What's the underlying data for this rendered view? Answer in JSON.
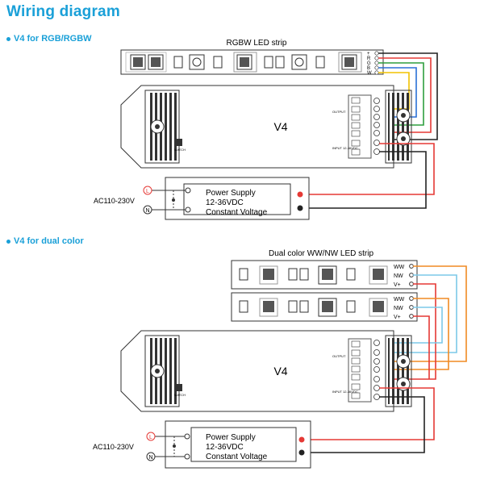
{
  "page_title": "Wiring diagram",
  "section1": {
    "heading": "V4 for RGB/RGBW",
    "strip_label": "RGBW LED strip",
    "strip_pins": [
      "+",
      "R",
      "G",
      "B",
      "W"
    ],
    "controller_label": "V4",
    "output_label": "OUTPUT",
    "input_label": "INPUT\n12-36VDC",
    "match_label": "MATCH",
    "ps_line1": "Power Supply",
    "ps_line2": "12-36VDC",
    "ps_line3": "Constant Voltage",
    "ac_label": "AC110-230V",
    "l_label": "L",
    "n_label": "N"
  },
  "section2": {
    "heading": "V4 for dual color",
    "strip_label": "Dual color WW/NW LED strip",
    "strip_pins": [
      "WW",
      "NW",
      "V+"
    ],
    "controller_label": "V4",
    "output_label": "OUTPUT",
    "input_label": "INPUT\n12-36VDC",
    "match_label": "MATCH",
    "ps_line1": "Power Supply",
    "ps_line2": "12-36VDC",
    "ps_line3": "Constant Voltage",
    "ac_label": "AC110-230V",
    "l_label": "L",
    "n_label": "N"
  },
  "colors": {
    "accent": "#1aa0d8",
    "wire_red": "#e53935",
    "wire_green": "#2e9e3e",
    "wire_blue": "#2a6fd6",
    "wire_yellow": "#f2c200",
    "wire_black": "#222222",
    "wire_orange": "#f08a24",
    "wire_lightblue": "#7cc8e8",
    "wire_purple": "#8a3b7a"
  }
}
